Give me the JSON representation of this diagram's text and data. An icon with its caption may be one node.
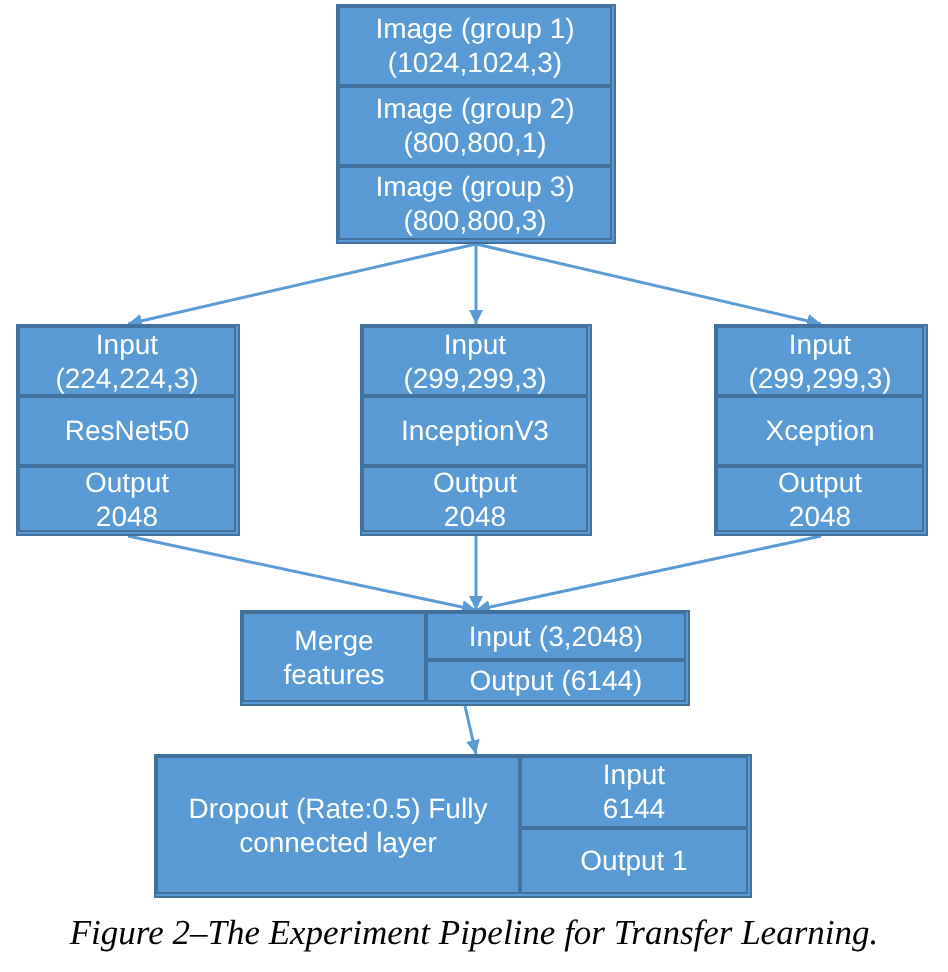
{
  "diagram": {
    "caption": "Figure 2–The Experiment Pipeline for Transfer Learning.",
    "nodes": [
      {
        "text": [],
        "shape": "box"
      },
      {
        "text": [
          "Image (group 1) (1024,1024,3)"
        ],
        "in": 0
      },
      {
        "text": [
          "Image (group 2) (800,800,1)"
        ],
        "in": 0
      },
      {
        "text": [
          "Image (group 3) (800,800,3)"
        ],
        "in": 0
      },
      {
        "text": [],
        "shape": "box"
      },
      {
        "text": [
          "Input (224,224,3)"
        ],
        "in": 4
      },
      {
        "text": [
          "ResNet50"
        ],
        "in": 4
      },
      {
        "text": [
          "Output 2048"
        ],
        "in": 4
      },
      {
        "text": [],
        "shape": "box"
      },
      {
        "text": [
          "Input (299,299,3)"
        ],
        "in": 8
      },
      {
        "text": [
          "InceptionV3"
        ],
        "in": 8
      },
      {
        "text": [
          "Output 2048"
        ],
        "in": 8
      },
      {
        "text": [],
        "shape": "box"
      },
      {
        "text": [
          "Input (299,299,3)"
        ],
        "in": 12
      },
      {
        "text": [
          "Xception"
        ],
        "in": 12
      },
      {
        "text": [
          "Output 2048"
        ],
        "in": 12
      },
      {
        "text": [],
        "shape": "box"
      },
      {
        "text": [
          "Merge features"
        ],
        "in": 16
      },
      {
        "text": [
          "Input (3,2048)"
        ],
        "in": 16
      },
      {
        "text": [
          "Output (6144)"
        ],
        "in": 16
      },
      {
        "text": [],
        "shape": "box"
      },
      {
        "text": [
          "Dropout (Rate:0.5) Fully connected layer"
        ],
        "in": 20
      },
      {
        "text": [
          "Input 6144"
        ],
        "in": 20
      },
      {
        "text": [
          "Output 1"
        ],
        "in": 20
      }
    ],
    "edges": [
      {
        "from": 0,
        "to": 4,
        "arrow": "to"
      },
      {
        "from": 0,
        "to": 8,
        "arrow": "to"
      },
      {
        "from": 0,
        "to": 12,
        "arrow": "to"
      },
      {
        "from": 4,
        "to": 16,
        "arrow": "to"
      },
      {
        "from": 8,
        "to": 16,
        "arrow": "to"
      },
      {
        "from": 12,
        "to": 16,
        "arrow": "to"
      },
      {
        "from": 16,
        "to": 20,
        "arrow": "to"
      }
    ]
  }
}
